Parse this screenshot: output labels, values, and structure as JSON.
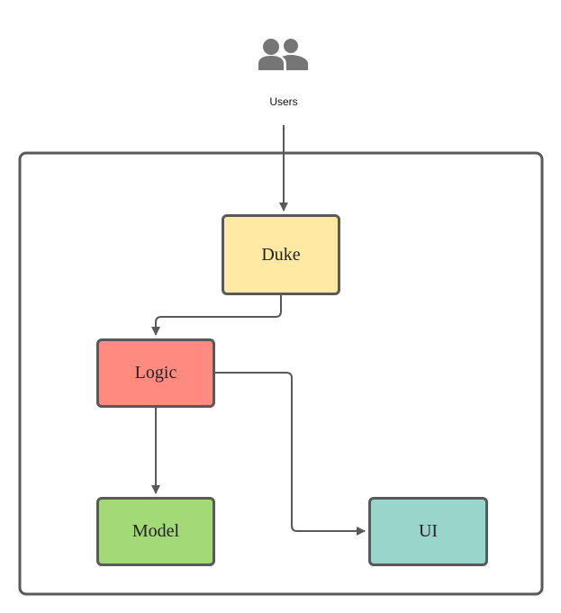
{
  "users": {
    "label": "Users",
    "icon": "users-icon"
  },
  "nodes": {
    "duke": {
      "label": "Duke",
      "color": "#FFE9A3"
    },
    "logic": {
      "label": "Logic",
      "color": "#FF8A80"
    },
    "model": {
      "label": "Model",
      "color": "#A3D977"
    },
    "ui": {
      "label": "UI",
      "color": "#9AD5CB"
    }
  },
  "edges": [
    {
      "from": "users",
      "to": "duke"
    },
    {
      "from": "duke",
      "to": "logic"
    },
    {
      "from": "logic",
      "to": "model"
    },
    {
      "from": "logic",
      "to": "ui"
    }
  ],
  "colors": {
    "border": "#595959",
    "connector": "#595959"
  }
}
